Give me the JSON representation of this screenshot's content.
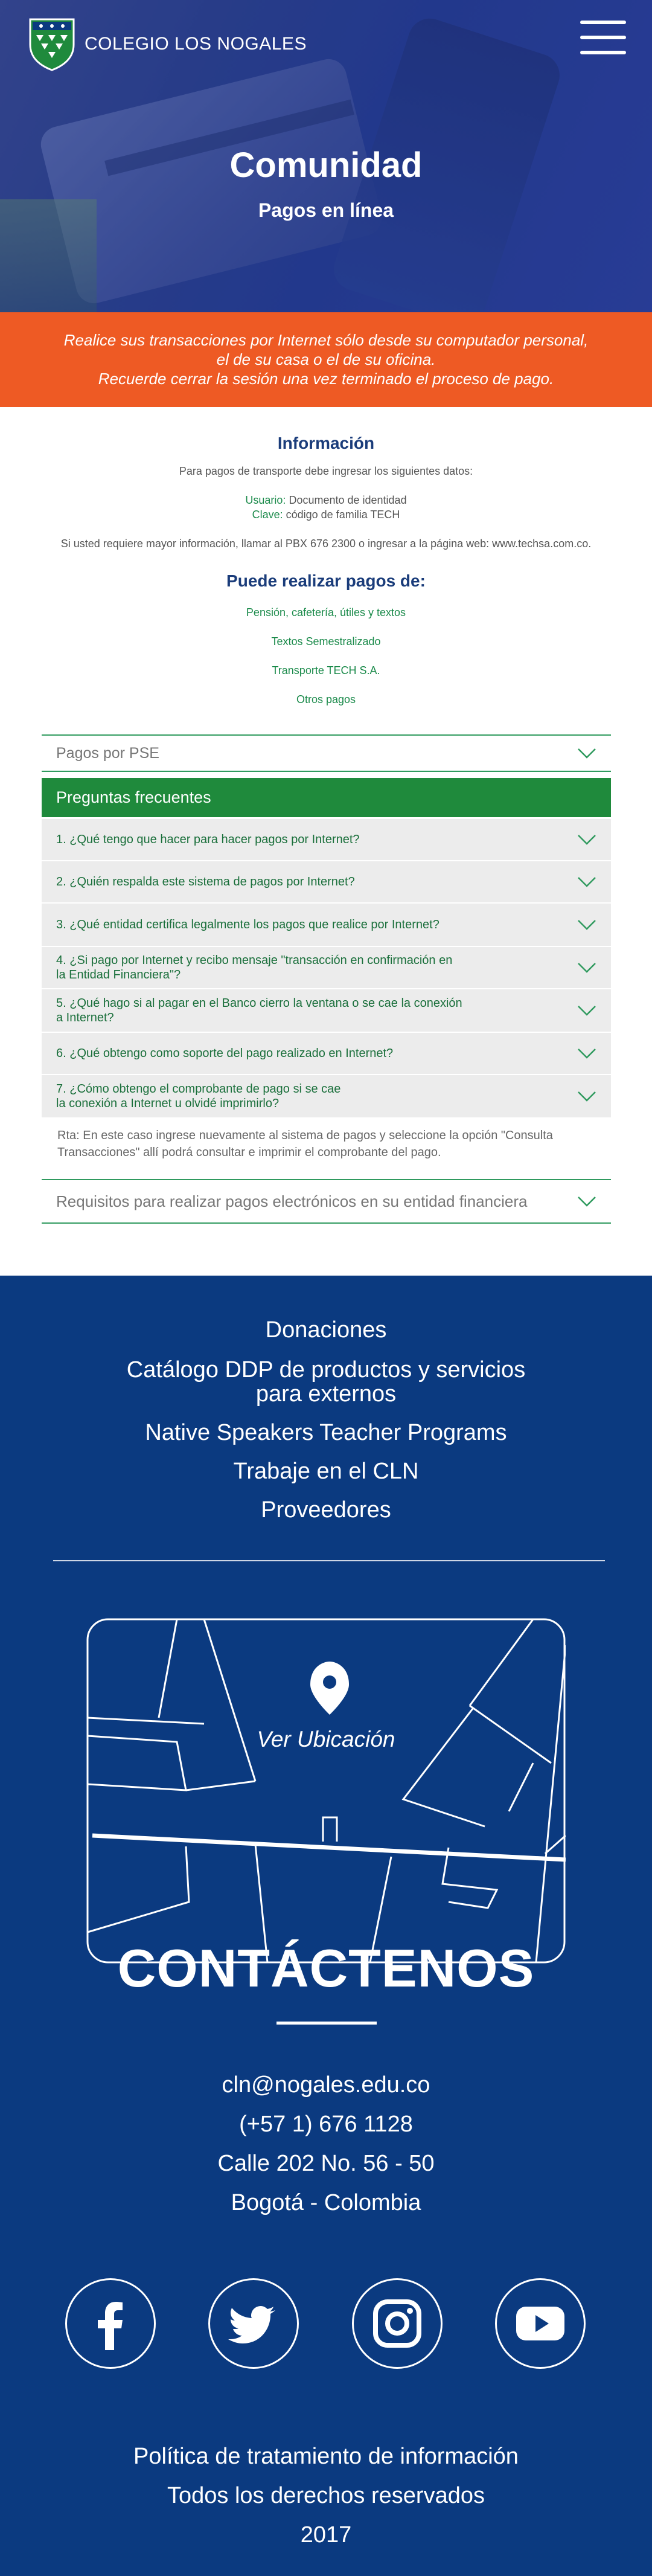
{
  "header": {
    "logo_text": "COLEGIO LOS NOGALES",
    "title": "Comunidad",
    "subtitle": "Pagos en línea"
  },
  "notice": {
    "line1": "Realice sus transacciones por Internet sólo desde su computador personal,",
    "line2": "el de su casa o el de su oficina.",
    "line3": "Recuerde cerrar la sesión una vez terminado el proceso de pago."
  },
  "info": {
    "heading": "Información",
    "intro": "Para pagos de transporte debe ingresar los siguientes datos:",
    "user_label": "Usuario:",
    "user_value": " Documento de identidad",
    "key_label": "Clave:",
    "key_value": " código de familia TECH",
    "more": "Si usted requiere mayor información, llamar al PBX 676 2300 o ingresar a la página web: www.techsa.com.co.",
    "payments_heading": "Puede realizar pagos de:",
    "payment_links": [
      "Pensión, cafetería, útiles y textos",
      "Textos Semestralizado",
      "Transporte TECH S.A.",
      "Otros pagos"
    ]
  },
  "accordions": {
    "pse": "Pagos por PSE",
    "faq_title": "Preguntas frecuentes",
    "faq": [
      {
        "l1": "1. ¿Qué tengo que hacer para hacer pagos por Internet?",
        "l2": ""
      },
      {
        "l1": "2. ¿Quién respalda este sistema de pagos por Internet?",
        "l2": ""
      },
      {
        "l1": "3. ¿Qué entidad certifica legalmente los pagos que realice por Internet?",
        "l2": ""
      },
      {
        "l1": "4. ¿Si pago por Internet y recibo mensaje \"transacción en confirmación en",
        "l2": "la Entidad Financiera\"?"
      },
      {
        "l1": "5. ¿Qué hago si al pagar en el Banco cierro la ventana o se cae la conexión",
        "l2": "a Internet?"
      },
      {
        "l1": "6. ¿Qué obtengo como soporte del pago realizado en Internet?",
        "l2": ""
      },
      {
        "l1": "7. ¿Cómo obtengo el comprobante de pago si se cae",
        "l2": "la conexión a Internet u olvidé imprimirlo?"
      }
    ],
    "answer_l1": "Rta: En este caso ingrese nuevamente al sistema de pagos y seleccione la opción \"Consulta",
    "answer_l2": "Transacciones\" allí podrá consultar e imprimir el comprobante del pago.",
    "requirements": "Requisitos para realizar pagos electrónicos en su entidad financiera"
  },
  "footer": {
    "links": [
      "Donaciones",
      "Catálogo DDP de productos y servicios",
      "para externos",
      "Native Speakers Teacher Programs",
      "Trabaje en el CLN",
      "Proveedores"
    ],
    "map_label": "Ver Ubicación",
    "contact_title": "CONTÁCTENOS",
    "email": "cln@nogales.edu.co",
    "phone": "(+57 1) 676 1128",
    "address": "Calle 202 No. 56 - 50",
    "city": "Bogotá - Colombia",
    "social": [
      "facebook-icon",
      "twitter-icon",
      "instagram-icon",
      "youtube-icon"
    ],
    "policy": "Política de tratamiento de información",
    "rights": "Todos los derechos reservados",
    "year": "2017"
  },
  "colors": {
    "primary_blue": "#0b3a80",
    "accent_orange": "#ee5a24",
    "accent_green": "#1f8a3c",
    "heading_blue": "#1a3c7a"
  }
}
